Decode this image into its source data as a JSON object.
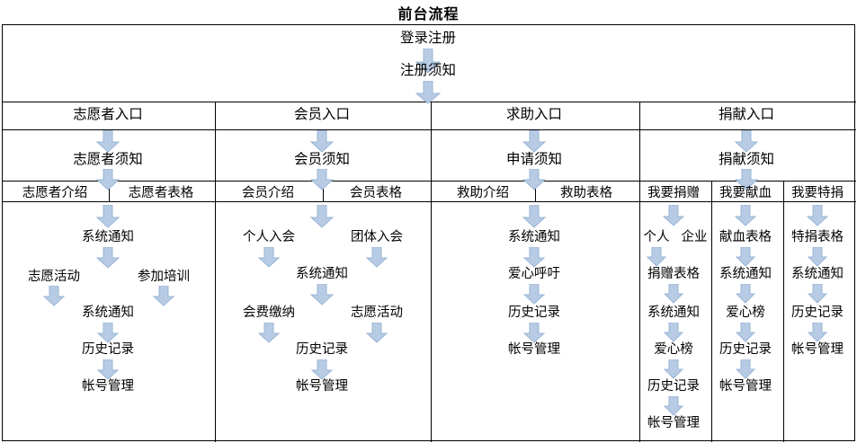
{
  "title": "前台流程",
  "root": {
    "login": "登录注册",
    "notice": "注册须知"
  },
  "entries": [
    {
      "label": "志愿者入口",
      "notice": "志愿者须知"
    },
    {
      "label": "会员入口",
      "notice": "会员须知"
    },
    {
      "label": "求助入口",
      "notice": "申请须知"
    },
    {
      "label": "捐献入口",
      "notice": "捐献须知"
    }
  ],
  "subheaders": [
    "志愿者介绍",
    "志愿者表格",
    "会员介绍",
    "会员表格",
    "救助介绍",
    "救助表格",
    "我要捐赠",
    "我要献血",
    "我要特捐"
  ],
  "columns": {
    "volunteer": {
      "n1": "系统通知",
      "n2": "志愿活动",
      "n3": "参加培训",
      "n4": "系统通知",
      "n5": "历史记录",
      "n6": "帐号管理"
    },
    "member": {
      "n1": "个人入会",
      "n2": "团体入会",
      "n3": "系统通知",
      "n4": "会费缴纳",
      "n5": "志愿活动",
      "n6": "历史记录",
      "n7": "帐号管理"
    },
    "help": {
      "n1": "系统通知",
      "n2": "爱心呼吁",
      "n3": "历史记录",
      "n4": "帐号管理"
    },
    "donate_gift": {
      "n1a": "个人",
      "n1b": "企业",
      "n2": "捐赠表格",
      "n3": "系统通知",
      "n4": "爱心榜",
      "n5": "历史记录",
      "n6": "帐号管理"
    },
    "donate_blood": {
      "n1": "献血表格",
      "n2": "系统通知",
      "n3": "爱心榜",
      "n4": "历史记录",
      "n5": "帐号管理"
    },
    "donate_special": {
      "n1": "特捐表格",
      "n2": "系统通知",
      "n3": "历史记录",
      "n4": "帐号管理"
    }
  },
  "colors": {
    "arrow_fill": "#b7cce4",
    "arrow_stroke": "#9ab5d6",
    "line": "#000000",
    "text": "#000000"
  },
  "icons": {
    "arrow": "down-arrow-icon"
  }
}
